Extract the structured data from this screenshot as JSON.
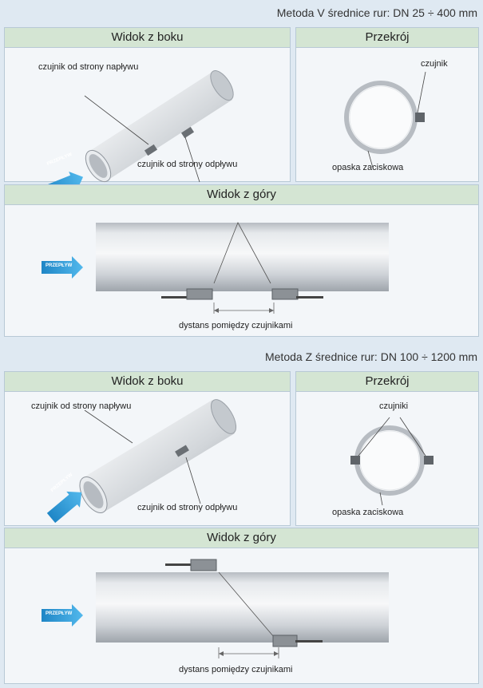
{
  "method_v": {
    "title": "Metoda V średnice rur: DN 25 ÷ 400 mm",
    "side_view": {
      "heading": "Widok z boku",
      "upstream_label": "czujnik od strony napływu",
      "downstream_label": "czujnik od strony odpływu",
      "flow_label": "PRZEPŁYW"
    },
    "cross_section": {
      "heading": "Przekrój",
      "sensor_label": "czujnik",
      "clamp_label": "opaska zaciskowa"
    },
    "top_view": {
      "heading": "Widok z góry",
      "flow_label": "PRZEPŁYW",
      "distance_label": "dystans pomiędzy czujnikami"
    }
  },
  "method_z": {
    "title": "Metoda Z średnice rur: DN 100 ÷ 1200 mm",
    "side_view": {
      "heading": "Widok z boku",
      "upstream_label": "czujnik od strony napływu",
      "downstream_label": "czujnik od strony odpływu",
      "flow_label": "PRZEPŁYW"
    },
    "cross_section": {
      "heading": "Przekrój",
      "sensor_label": "czujniki",
      "clamp_label": "opaska zaciskowa"
    },
    "top_view": {
      "heading": "Widok z góry",
      "flow_label": "PRZEPŁYW",
      "distance_label": "dystans pomiędzy czujnikami"
    }
  },
  "colors": {
    "background": "#dfe9f2",
    "panel_header": "#d4e5d3",
    "flow_arrow": "#2e9bd8",
    "pipe_metal": "#c9cdd2"
  }
}
